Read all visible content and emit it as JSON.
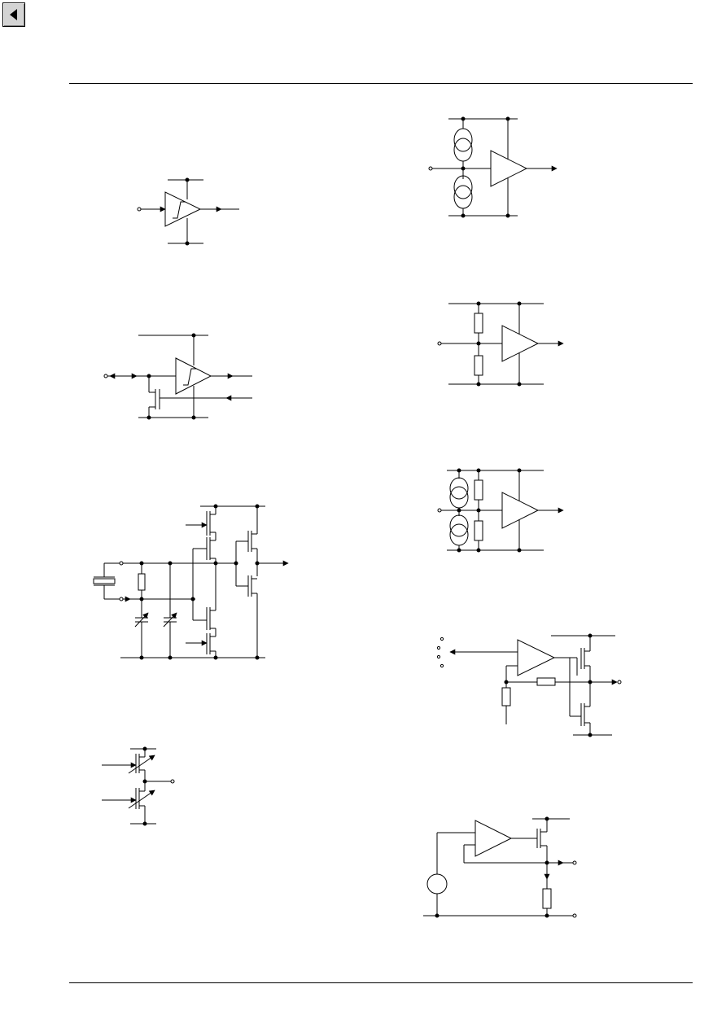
{
  "toolbar": {
    "back_icon": "left-arrow-icon"
  },
  "colors": {
    "ink": "#000000",
    "button_face": "#d4d4d4"
  },
  "figures": [
    {
      "id": "schmitt-buffer-input",
      "symbol": "schmitt-trigger-icon"
    },
    {
      "id": "bidirectional-schmitt-io",
      "symbol": "schmitt-trigger-icon"
    },
    {
      "id": "crystal-oscillator-circuit",
      "symbol": "crystal-icon"
    },
    {
      "id": "programmable-drive-transistors",
      "symbol": "variable-transistor-icon"
    },
    {
      "id": "current-source-bias-input",
      "symbol": "current-source-icon"
    },
    {
      "id": "resistor-divider-bias-input",
      "symbol": "resistor-icon"
    },
    {
      "id": "current-source-resistor-bias-input",
      "symbol": "current-source-icon"
    },
    {
      "id": "selectable-output-driver",
      "symbol": "amplifier-icon"
    },
    {
      "id": "voltage-follower-source-output",
      "symbol": "voltage-source-icon"
    }
  ]
}
